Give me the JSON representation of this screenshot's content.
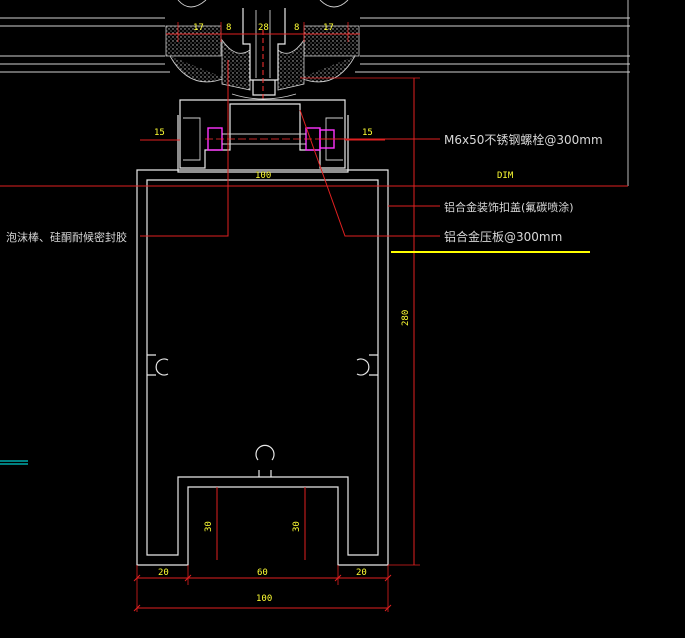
{
  "colors": {
    "background": "#000000",
    "profile": "#e8e8e8",
    "dimension": "#e02020",
    "dimension_text": "#ffff33",
    "bolt": "#ff33ff",
    "yellow_line": "#ffff00",
    "cyan_line": "#00ffff"
  },
  "labels": {
    "bolt": "M6x50不锈钢螺栓@300mm",
    "cover": "铝合金装饰扣盖(氟碳喷涂)",
    "plate": "铝合金压板@300mm",
    "sealant": "泡沫棒、硅酮耐候密封胶"
  },
  "dimensions": {
    "d17_left": "17",
    "d8_left": "8",
    "d28": "28",
    "d8_right": "8",
    "d17_right": "17",
    "d15_left": "15",
    "d15_right": "15",
    "d100_top": "100",
    "dim_label": "DIM",
    "d280": "280",
    "d30_left": "30",
    "d30_right": "30",
    "d20_left": "20",
    "d60": "60",
    "d20_right": "20",
    "d100_bottom": "100"
  },
  "icons": {
    "bolt": "bolt-icon",
    "cad_canvas": "cad-drawing"
  }
}
